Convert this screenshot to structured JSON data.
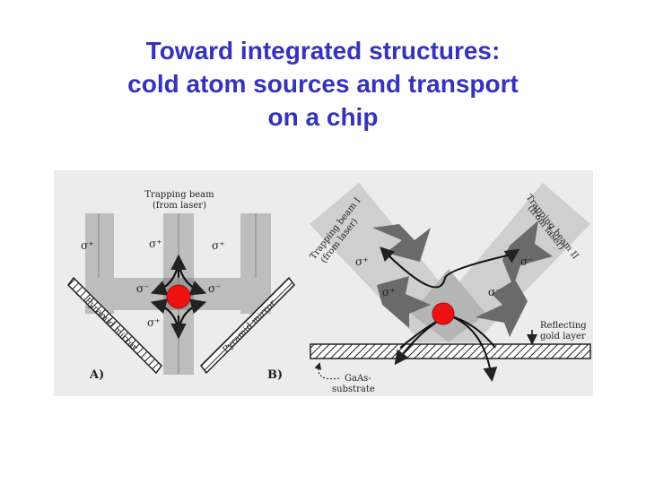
{
  "title": {
    "line1": "Toward integrated structures:",
    "line2": "cold atom sources and transport",
    "line3": "on a chip"
  },
  "figure": {
    "panel_a": {
      "label": "A)",
      "trapping_beam_line1": "Trapping beam",
      "trapping_beam_line2": "(from laser)",
      "mirror_left": "Pyramid mirror",
      "mirror_right": "Pyramid mirror",
      "polarization_plus": "σ⁺",
      "polarization_minus": "σ⁻"
    },
    "panel_b": {
      "label": "B)",
      "beam1_line1": "Trapping beam I",
      "beam1_line2": "(from laser)",
      "beam2_line1": "Trapping beam II",
      "beam2_line2": "(from laser)",
      "gold_line1": "Reflecting",
      "gold_line2": "gold layer",
      "substrate_line1": "GaAs-",
      "substrate_line2": "substrate",
      "polarization_plus": "σ⁺",
      "polarization_minus": "σ⁻"
    },
    "colors": {
      "title": "#3333bb",
      "atom": "#ee1111",
      "background": "#ececec",
      "beam": "#bdbdbd",
      "beam_overlap": "#9a9a9a",
      "arrow": "#6a6a6a"
    }
  }
}
